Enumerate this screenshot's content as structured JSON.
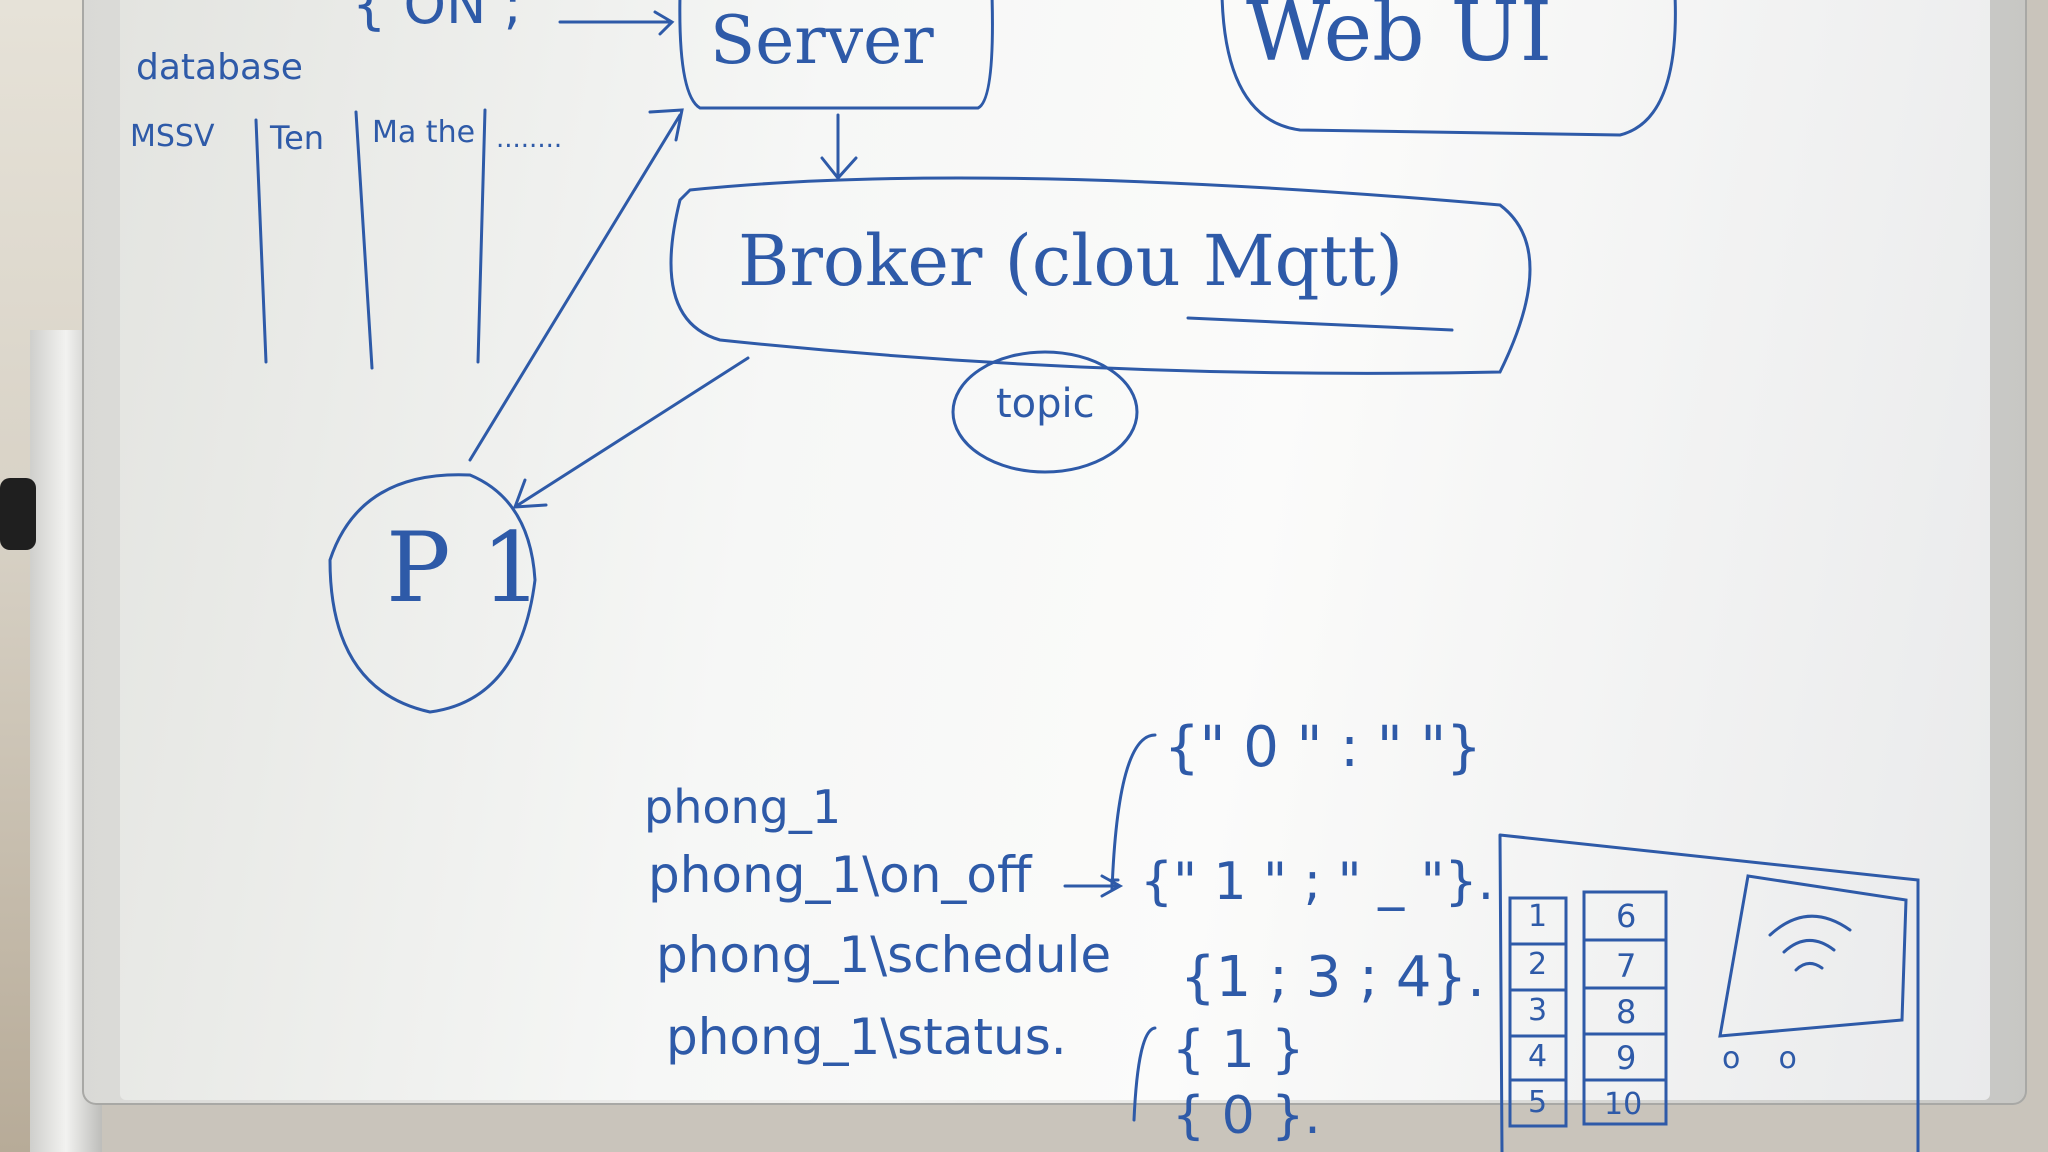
{
  "whiteboard": {
    "server_top_left": "{ ON ;",
    "server": "Server",
    "web_ui": "Web UI",
    "database": "database",
    "col_mssv": "MSSV",
    "col_ten": "Ten",
    "col_mathe": "Ma the",
    "col_more": "........",
    "broker": "Broker (clou Mqtt)",
    "topic": "topic",
    "p1": "P 1",
    "topics": [
      "phong_1",
      "phong_1\\on_off",
      "phong_1\\schedule",
      "phong_1\\status."
    ],
    "payload_1": "{\" 0 \" : \" \"}",
    "payload_2": "{\" 1 \" ; \" _ \"}.",
    "payload_3": "{1 ; 3 ; 4}.",
    "payload_4": "{ 1 }",
    "payload_5": "{ 0 }.",
    "grid_left": [
      "1",
      "2",
      "3",
      "4",
      "5"
    ],
    "grid_right": [
      "6",
      "7",
      "8",
      "9",
      "10"
    ],
    "device_dots": "o    o"
  },
  "colors": {
    "ink": "#2e5aa8",
    "board": "#f6f7f6"
  }
}
